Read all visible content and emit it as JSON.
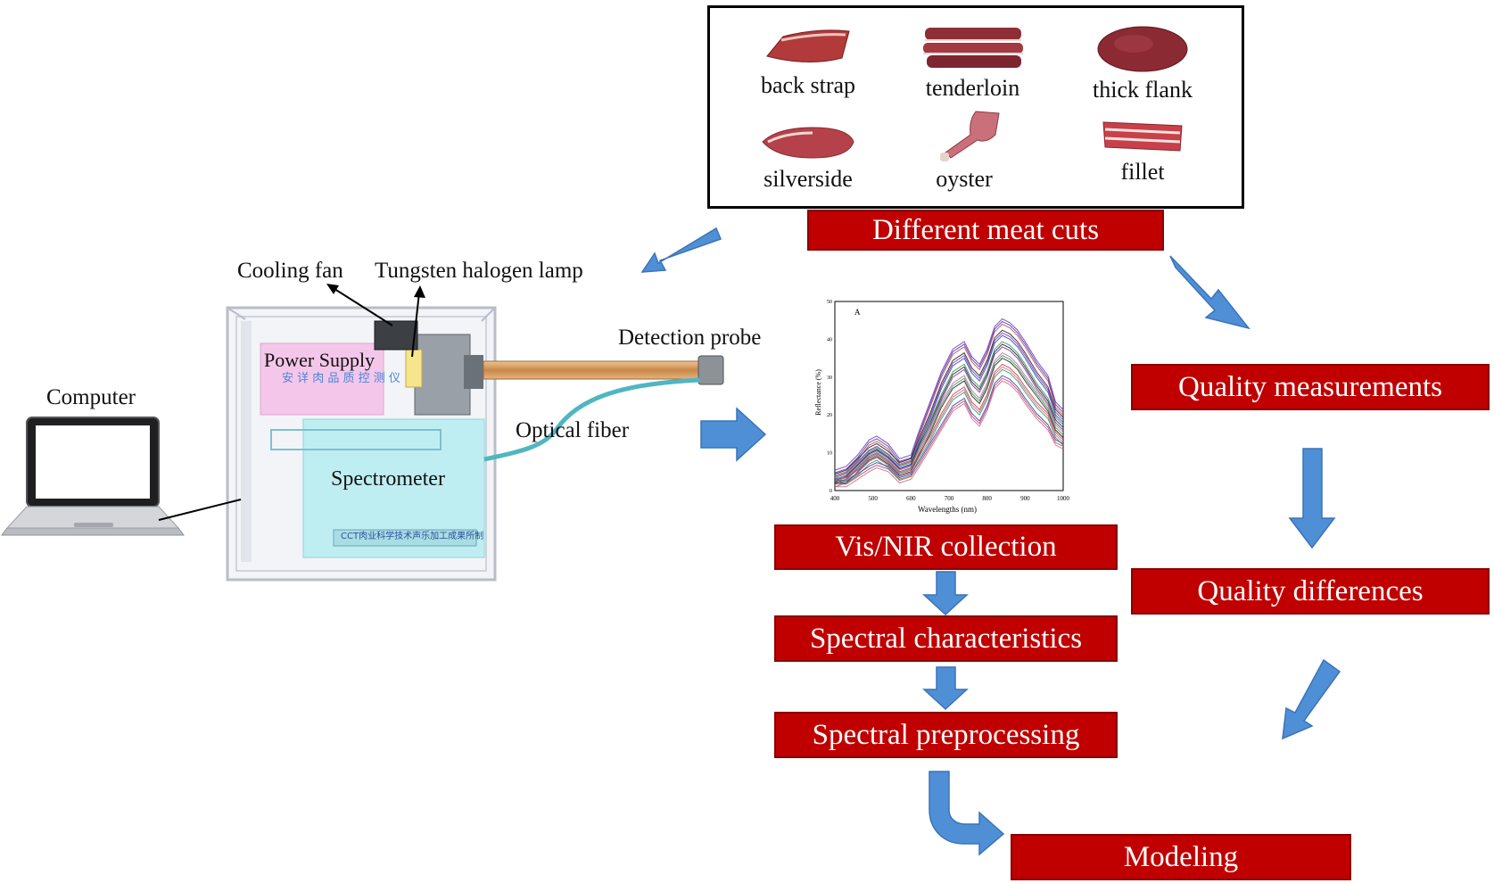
{
  "meat_cuts": {
    "items": [
      {
        "label": "back strap"
      },
      {
        "label": "tenderloin"
      },
      {
        "label": "thick flank"
      },
      {
        "label": "silverside"
      },
      {
        "label": "oyster"
      },
      {
        "label": "fillet"
      }
    ],
    "title": "Different meat cuts"
  },
  "device": {
    "cooling_fan": "Cooling fan",
    "lamp": "Tungsten halogen lamp",
    "power_supply": "Power Supply",
    "power_supply_sub": "安 详 肉 品 质 控 测 仪",
    "spectrometer": "Spectrometer",
    "plate_text": "CCT肉业科学技术声乐加工成果所制",
    "detection_probe": "Detection probe",
    "optical_fiber": "Optical fiber",
    "computer": "Computer"
  },
  "flow": {
    "vis_nir": "Vis/NIR collection",
    "spectral_characteristics": "Spectral characteristics",
    "spectral_preprocessing": "Spectral preprocessing",
    "modeling": "Modeling",
    "quality_measurements": "Quality measurements",
    "quality_differences": "Quality differences"
  },
  "colors": {
    "box_red": "#c00000",
    "arrow_blue": "#4f8fd6",
    "spectrometer_cyan": "#bfeef2",
    "power_pink": "#f4c6ea",
    "probe": "#d9a36a",
    "fiber": "#4fb6c2"
  },
  "chart_data": {
    "type": "line",
    "panel_label": "A",
    "xlabel": "Wavelengths (nm)",
    "ylabel": "Reflectance (%)",
    "xlim": [
      400,
      1000
    ],
    "ylim": [
      0,
      50
    ],
    "x_ticks": [
      400,
      500,
      600,
      700,
      800,
      900,
      1000
    ],
    "y_ticks": [
      0,
      10,
      20,
      30,
      40,
      50
    ],
    "x": [
      400,
      430,
      460,
      490,
      510,
      540,
      570,
      600,
      620,
      650,
      680,
      710,
      740,
      760,
      780,
      800,
      820,
      840,
      860,
      880,
      900,
      930,
      960,
      980,
      1000
    ],
    "series": [
      {
        "values": [
          4,
          5,
          8,
          12,
          13,
          11,
          7,
          8,
          14,
          22,
          30,
          36,
          38,
          34,
          32,
          36,
          42,
          44,
          43,
          41,
          38,
          33,
          29,
          22,
          20
        ]
      },
      {
        "values": [
          3,
          4,
          7,
          10,
          11,
          9,
          6,
          7,
          12,
          19,
          27,
          33,
          35,
          31,
          29,
          33,
          39,
          41,
          40,
          38,
          35,
          30,
          26,
          20,
          18
        ]
      },
      {
        "values": [
          2,
          3,
          6,
          9,
          10,
          8,
          5,
          6,
          11,
          17,
          24,
          30,
          32,
          28,
          26,
          30,
          36,
          38,
          37,
          35,
          32,
          27,
          23,
          18,
          16
        ]
      },
      {
        "values": [
          2,
          2,
          5,
          8,
          9,
          7,
          4,
          5,
          9,
          15,
          22,
          27,
          29,
          25,
          23,
          27,
          33,
          35,
          34,
          32,
          29,
          25,
          21,
          16,
          14
        ]
      },
      {
        "values": [
          1,
          2,
          4,
          7,
          8,
          6,
          3,
          4,
          8,
          13,
          19,
          24,
          26,
          22,
          20,
          24,
          30,
          32,
          31,
          29,
          26,
          22,
          19,
          14,
          12
        ]
      },
      {
        "values": [
          1,
          1,
          3,
          5,
          6,
          5,
          2,
          3,
          6,
          11,
          16,
          21,
          23,
          19,
          17,
          21,
          27,
          29,
          28,
          26,
          23,
          19,
          16,
          12,
          11
        ]
      }
    ]
  }
}
